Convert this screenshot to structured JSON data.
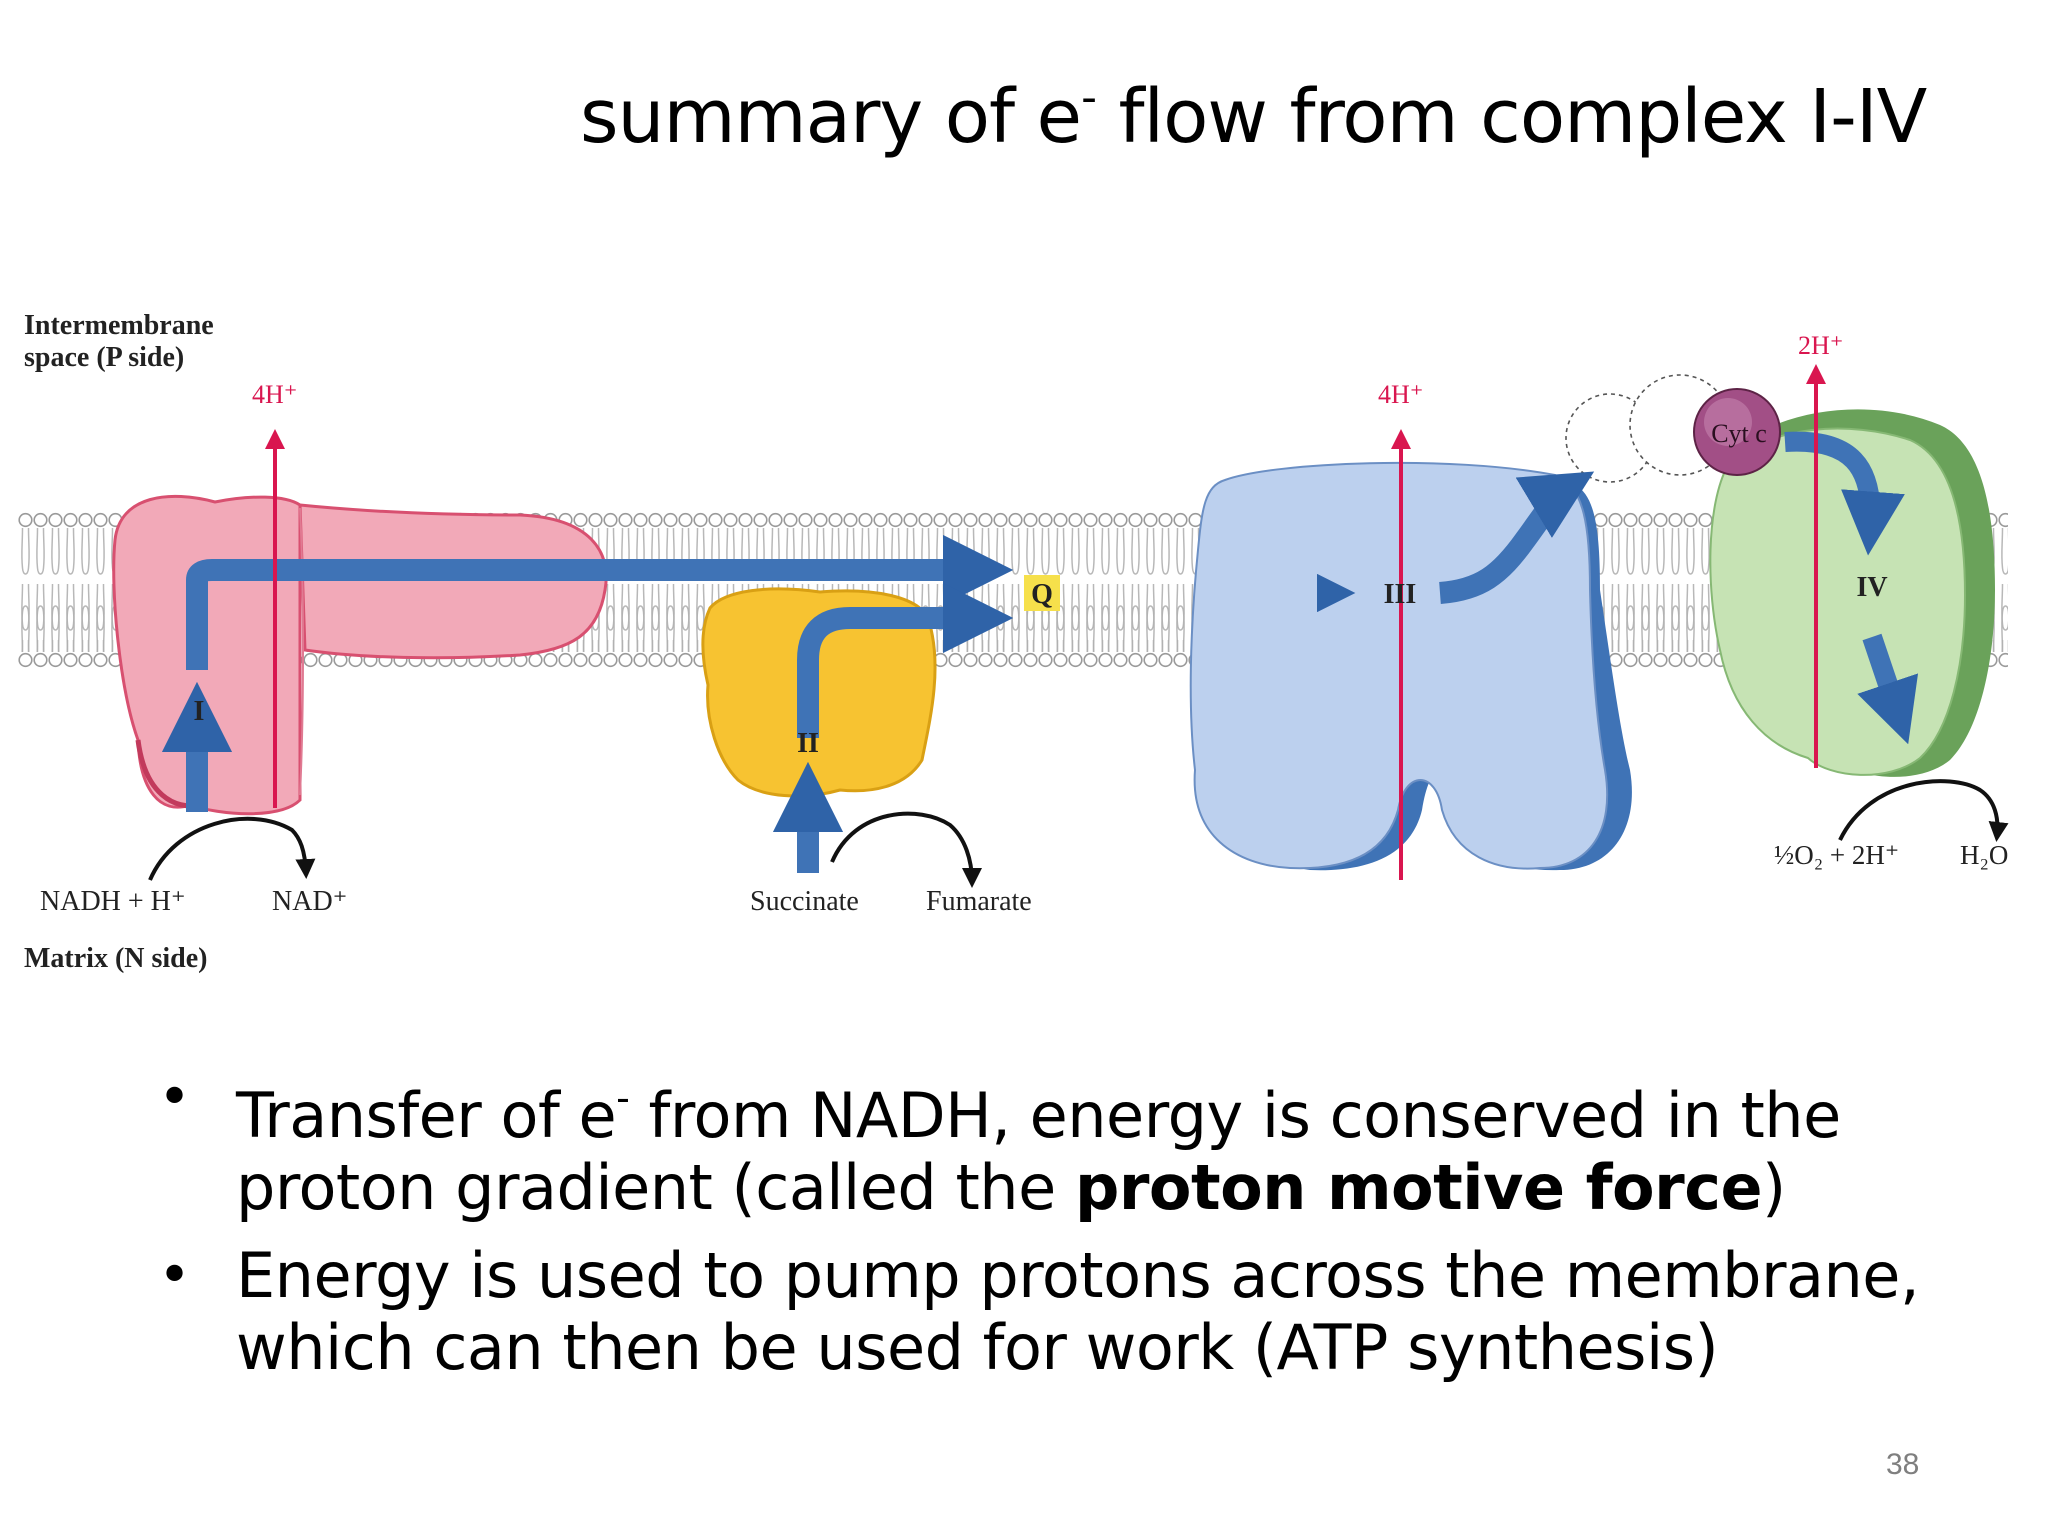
{
  "slide": {
    "title_main": "summary of e",
    "title_sup": "-",
    "title_rest": " flow from complex I-IV",
    "page_number": "38"
  },
  "diagram": {
    "side_top_line1": "Intermembrane",
    "side_top_line2": "space (P side)",
    "side_bottom": "Matrix (N side)",
    "proton_label_I": "4H⁺",
    "proton_label_III": "4H⁺",
    "proton_label_IV": "2H⁺",
    "complex_I": "I",
    "complex_II": "II",
    "complex_III": "III",
    "complex_IV": "IV",
    "quinone": "Q",
    "cytochrome": "Cyt c",
    "substrate_nadh": "NADH + H⁺",
    "product_nad": "NAD⁺",
    "substrate_succinate": "Succinate",
    "product_fumarate": "Fumarate",
    "substrate_oxygen": "½O₂ + 2H⁺",
    "product_water": "H₂O",
    "colors": {
      "complex_I": "#f2a9b8",
      "complex_II": "#f7c331",
      "complex_III": "#bcd0ee",
      "complex_IV": "#c6e3b4",
      "electron_arrow": "#3f73b6",
      "proton_arrow": "#d9164f",
      "cytochrome": "#a24f86"
    }
  },
  "bullets": [
    {
      "part1": "Transfer of e",
      "sup": "-",
      "part2": " from NADH, energy is conserved in the proton gradient (called the ",
      "bold": "proton motive force",
      "part3": ")"
    },
    {
      "text": "Energy is used to pump protons across the membrane, which can then be used for work (ATP synthesis)"
    }
  ]
}
